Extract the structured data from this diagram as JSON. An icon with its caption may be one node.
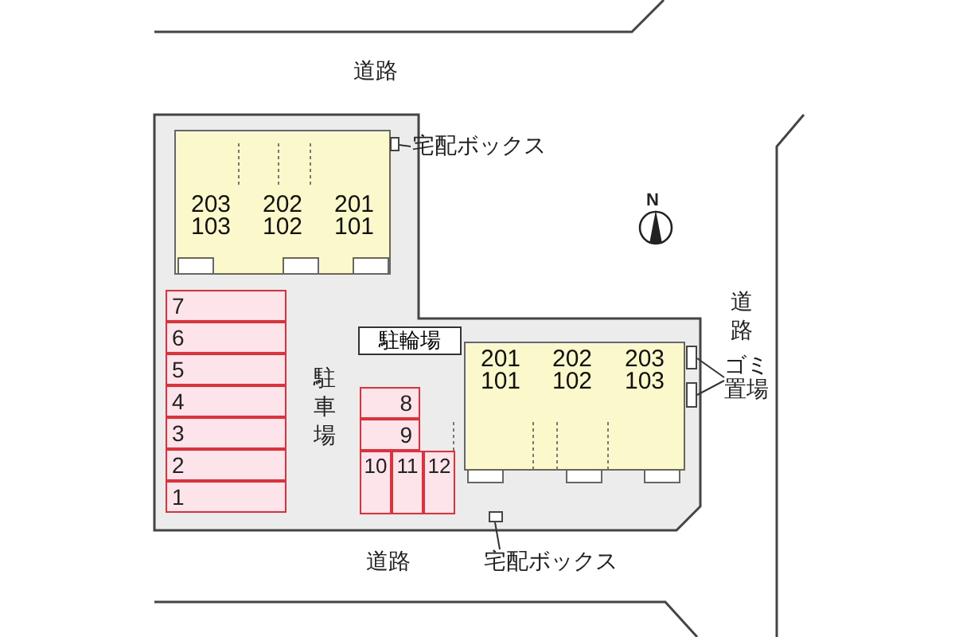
{
  "diagram": {
    "nodes": [
      {
        "text": [
          "203 103"
        ]
      },
      {
        "text": [
          "202 102"
        ]
      },
      {
        "text": [
          "201 101"
        ]
      },
      {
        "text": [
          "宅配ボックス"
        ]
      },
      {
        "text": [],
        "shape": "box"
      },
      {
        "text": [
          "駐輪場"
        ]
      },
      {
        "text": [
          "7"
        ]
      },
      {
        "text": [
          "6"
        ]
      },
      {
        "text": [
          "5"
        ]
      },
      {
        "text": [
          "4"
        ]
      },
      {
        "text": [
          "3"
        ]
      },
      {
        "text": [
          "2"
        ]
      },
      {
        "text": [
          "1"
        ]
      },
      {
        "text": [
          "8"
        ]
      },
      {
        "text": [
          "9"
        ]
      },
      {
        "text": [
          "10"
        ]
      },
      {
        "text": [
          "11"
        ]
      },
      {
        "text": [
          "12"
        ]
      },
      {
        "text": [
          "201 101"
        ]
      },
      {
        "text": [
          "202 102"
        ]
      },
      {
        "text": [
          "203 103"
        ]
      },
      {
        "text": [],
        "shape": "box"
      },
      {
        "text": [],
        "shape": "box"
      },
      {
        "text": [
          "ゴミ置場"
        ]
      },
      {
        "text": [],
        "shape": "box"
      },
      {
        "text": [
          "宅配ボックス"
        ]
      }
    ],
    "edges": [
      {
        "from": 3,
        "to": 4,
        "arrow": "none"
      },
      {
        "from": 23,
        "to": 21,
        "arrow": "none"
      },
      {
        "from": 23,
        "to": 22,
        "arrow": "none"
      },
      {
        "from": 25,
        "to": 24,
        "arrow": "none"
      }
    ],
    "labels": [
      "道路",
      "N",
      "道路",
      "駐車場",
      "道路"
    ]
  }
}
